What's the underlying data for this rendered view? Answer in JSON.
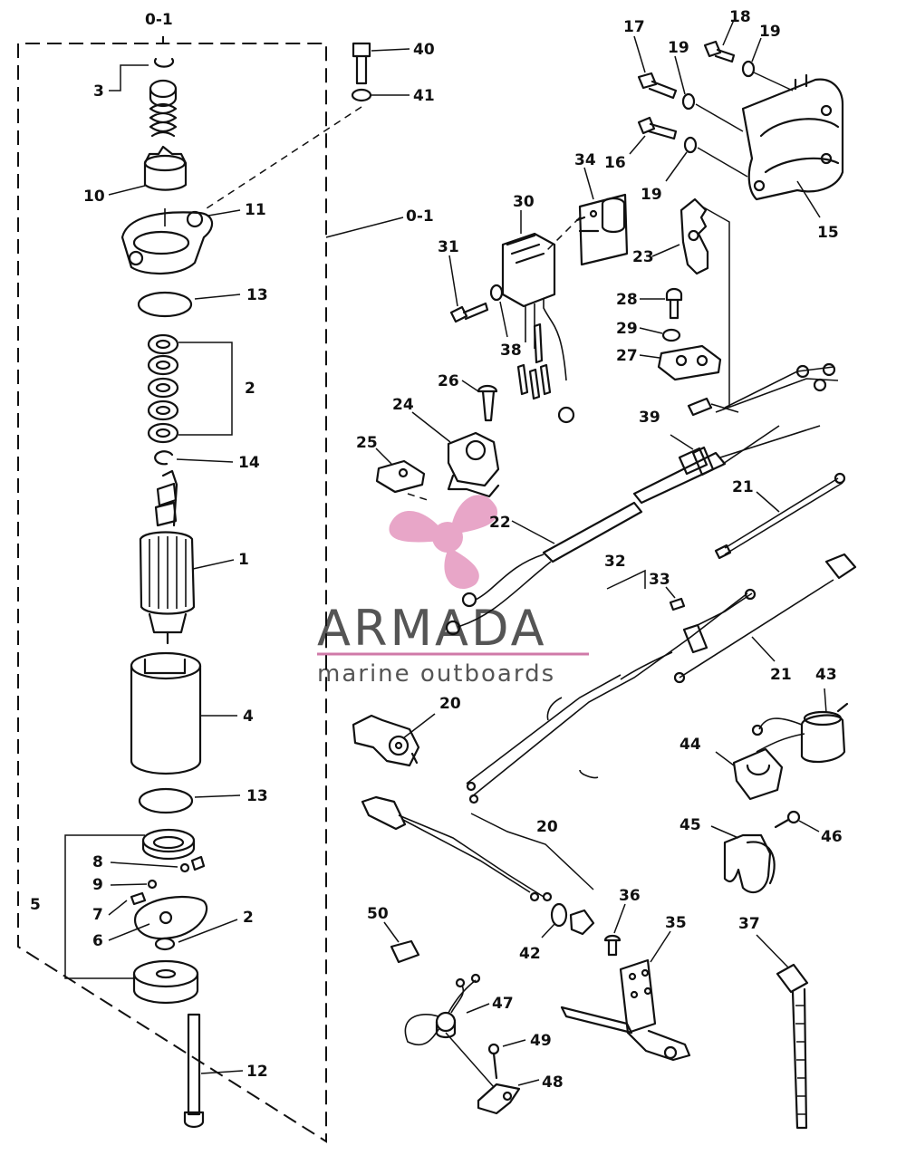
{
  "watermark": {
    "title": "ARMADA",
    "subtitle": "marine outboards",
    "color_pink": "#e8a6c8",
    "color_line": "#d07aa8"
  },
  "callouts": {
    "assembly_top": "0-1",
    "assembly_right": "0-1",
    "p1": "1",
    "p2a": "2",
    "p2b": "2",
    "p3": "3",
    "p4": "4",
    "p5": "5",
    "p6": "6",
    "p7": "7",
    "p8": "8",
    "p9": "9",
    "p10": "10",
    "p11": "11",
    "p12": "12",
    "p13a": "13",
    "p13b": "13",
    "p14": "14",
    "p15": "15",
    "p16": "16",
    "p17": "17",
    "p18": "18",
    "p19a": "19",
    "p19b": "19",
    "p19c": "19",
    "p20a": "20",
    "p20b": "20",
    "p21a": "21",
    "p21b": "21",
    "p22": "22",
    "p23": "23",
    "p24": "24",
    "p25": "25",
    "p26": "26",
    "p27": "27",
    "p28": "28",
    "p29": "29",
    "p30": "30",
    "p31": "31",
    "p32": "32",
    "p33": "33",
    "p34": "34",
    "p35": "35",
    "p36": "36",
    "p37": "37",
    "p38": "38",
    "p39": "39",
    "p40": "40",
    "p41": "41",
    "p42": "42",
    "p43": "43",
    "p44": "44",
    "p45": "45",
    "p46": "46",
    "p47": "47",
    "p48": "48",
    "p49": "49",
    "p50": "50"
  }
}
